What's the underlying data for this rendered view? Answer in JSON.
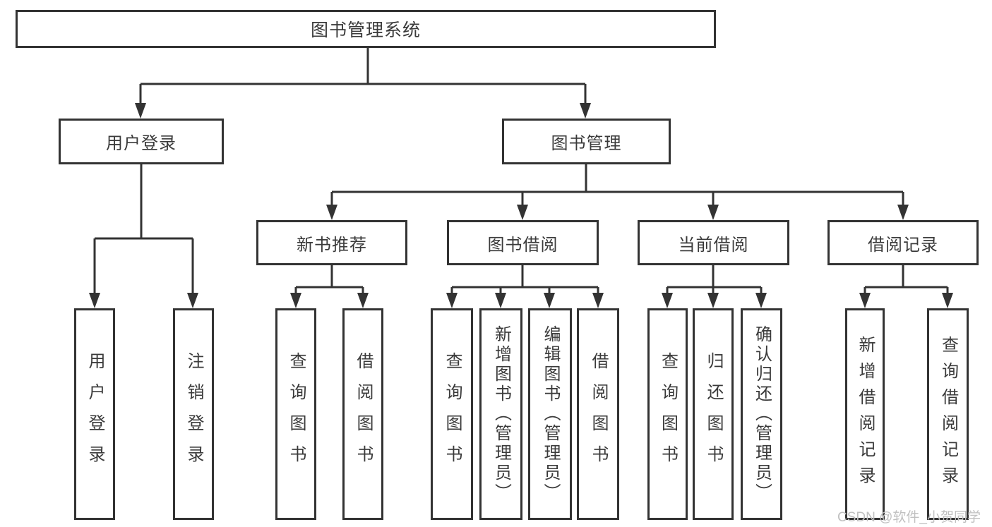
{
  "tree": {
    "label": "图书管理系统",
    "children": [
      {
        "label": "用户登录",
        "children": [
          {
            "label": "用户登录"
          },
          {
            "label": "注销登录"
          }
        ]
      },
      {
        "label": "图书管理",
        "children": [
          {
            "label": "新书推荐",
            "children": [
              {
                "label": "查询图书"
              },
              {
                "label": "借阅图书"
              }
            ]
          },
          {
            "label": "图书借阅",
            "children": [
              {
                "label": "查询图书"
              },
              {
                "label": "新增图书（管理员）"
              },
              {
                "label": "编辑图书（管理员）"
              },
              {
                "label": "借阅图书"
              }
            ]
          },
          {
            "label": "当前借阅",
            "children": [
              {
                "label": "查询图书"
              },
              {
                "label": "归还图书"
              },
              {
                "label": "确认归还（管理员）"
              }
            ]
          },
          {
            "label": "借阅记录",
            "children": [
              {
                "label": "新增借阅记录"
              },
              {
                "label": "查询借阅记录"
              }
            ]
          }
        ]
      }
    ]
  },
  "watermark": "CSDN @软件_小贺同学",
  "colors": {
    "line": "#333333",
    "text": "#3a3a3a",
    "box_fill": "#ffffff",
    "watermark": "#c0c0c0"
  }
}
